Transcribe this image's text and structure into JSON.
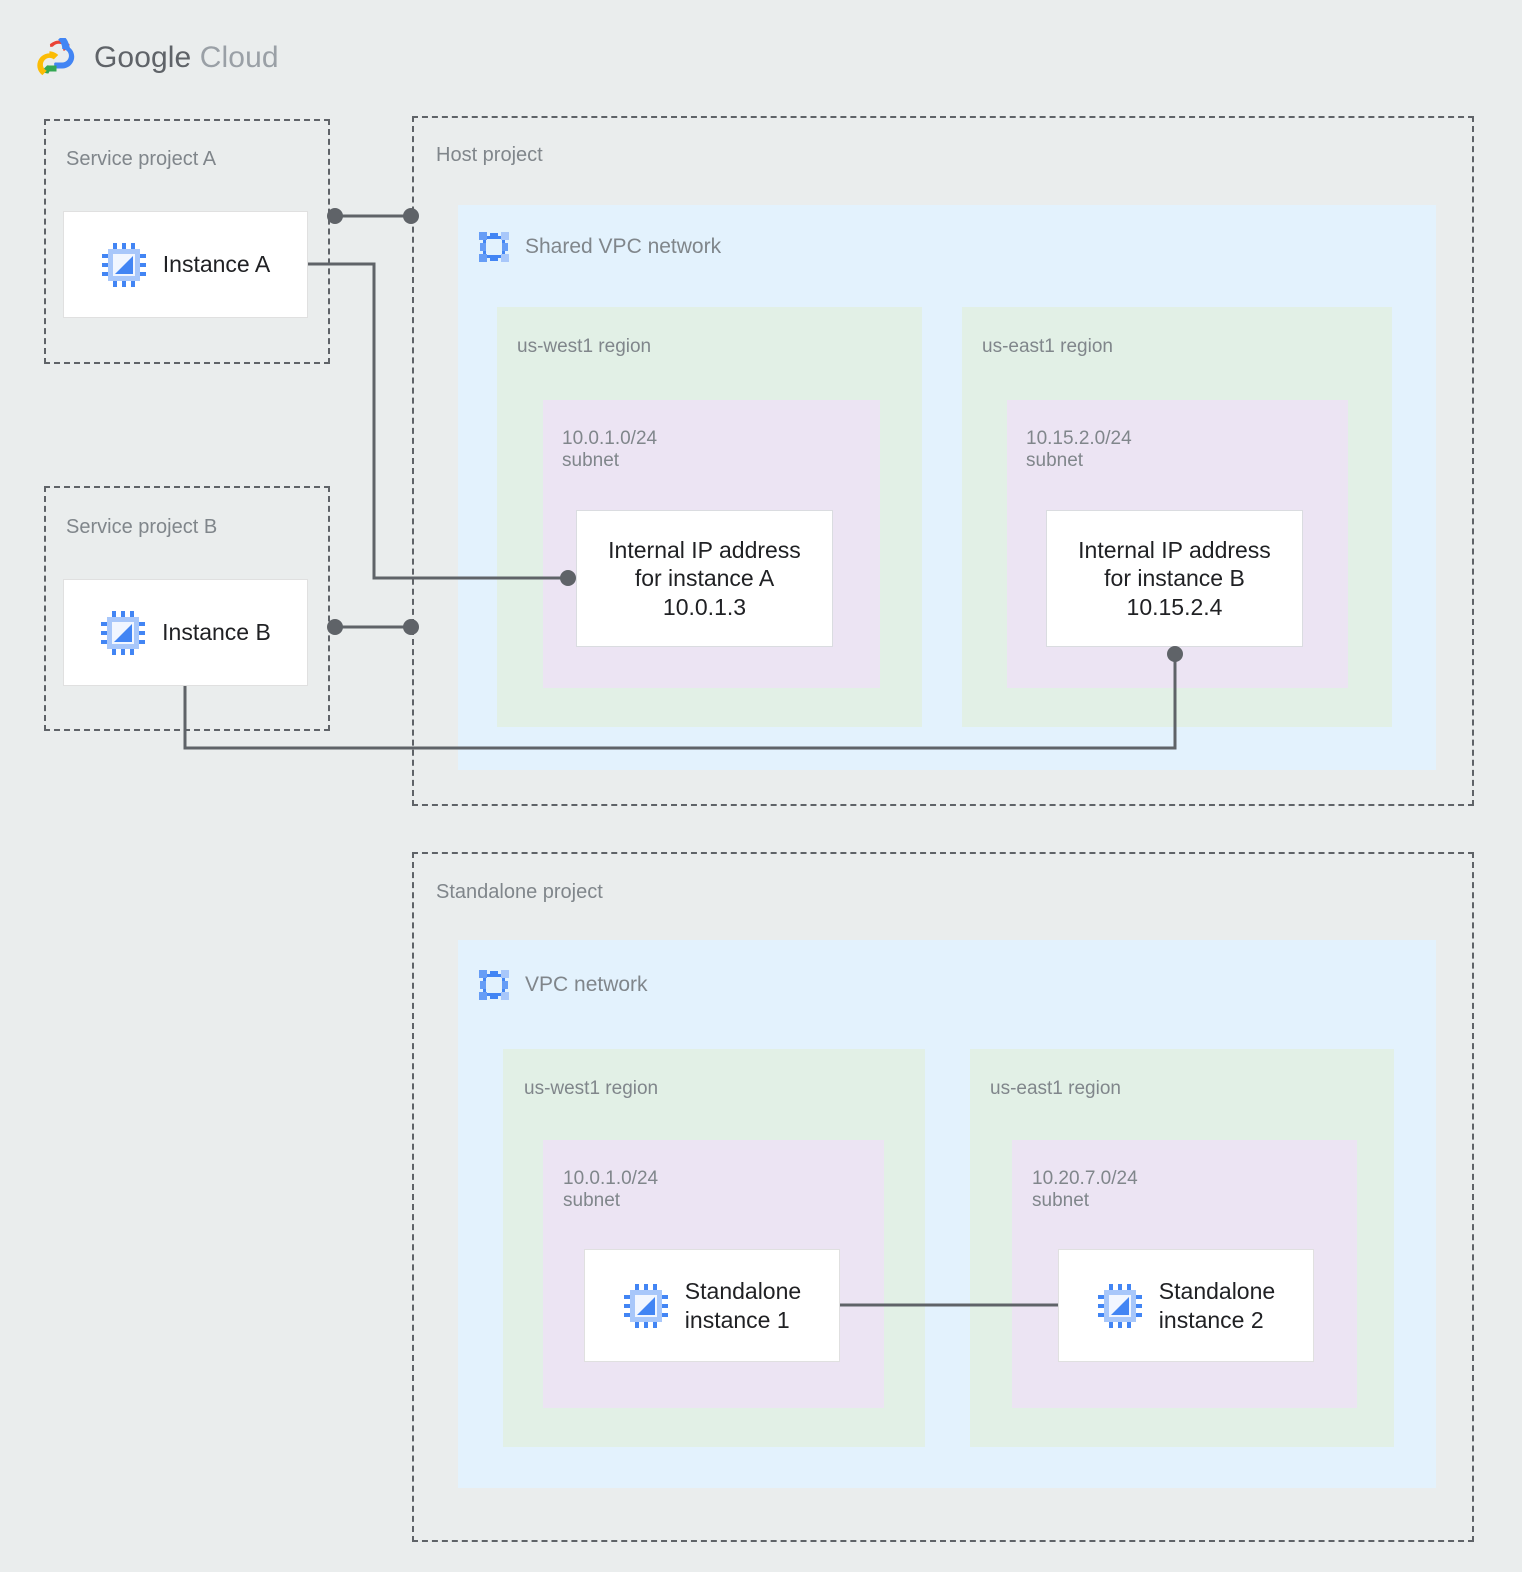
{
  "brand": {
    "name_bold": "Google",
    "name_light": "Cloud",
    "logo_icon": "google-cloud-logo"
  },
  "diagram": {
    "type": "network-architecture",
    "service_project_a": {
      "label": "Service project A",
      "instance": {
        "label": "Instance A",
        "icon": "vm-instance-icon"
      }
    },
    "service_project_b": {
      "label": "Service project B",
      "instance": {
        "label": "Instance B",
        "icon": "vm-instance-icon"
      }
    },
    "host_project": {
      "label": "Host project",
      "network": {
        "title": "Shared VPC network",
        "icon": "vpc-network-icon",
        "regions": [
          {
            "label": "us-west1 region",
            "subnet": {
              "cidr": "10.0.1.0/24",
              "type": "subnet",
              "resource": {
                "line1": "Internal IP address",
                "line2": "for instance A",
                "line3": "10.0.1.3"
              }
            }
          },
          {
            "label": "us-east1 region",
            "subnet": {
              "cidr": "10.15.2.0/24",
              "type": "subnet",
              "resource": {
                "line1": "Internal IP address",
                "line2": "for instance B",
                "line3": "10.15.2.4"
              }
            }
          }
        ]
      }
    },
    "standalone_project": {
      "label": "Standalone project",
      "network": {
        "title": "VPC network",
        "icon": "vpc-network-icon",
        "regions": [
          {
            "label": "us-west1 region",
            "subnet": {
              "cidr": "10.0.1.0/24",
              "type": "subnet",
              "instance": {
                "label": "Standalone\ninstance 1",
                "icon": "vm-instance-icon"
              }
            }
          },
          {
            "label": "us-east1 region",
            "subnet": {
              "cidr": "10.20.7.0/24",
              "type": "subnet",
              "instance": {
                "label": "Standalone\ninstance 2",
                "icon": "vm-instance-icon"
              }
            }
          }
        ]
      }
    },
    "colors": {
      "background": "#eaeded",
      "vpc_network": "#e3f2fd",
      "region": "#e2f0e6",
      "subnet": "#ece4f3",
      "node": "#ffffff",
      "connector": "#5f6368",
      "label_text": "#80868b",
      "body_text": "#202124",
      "icon_blue": "#4285f4",
      "icon_blue_light": "#a8c7fa"
    }
  }
}
